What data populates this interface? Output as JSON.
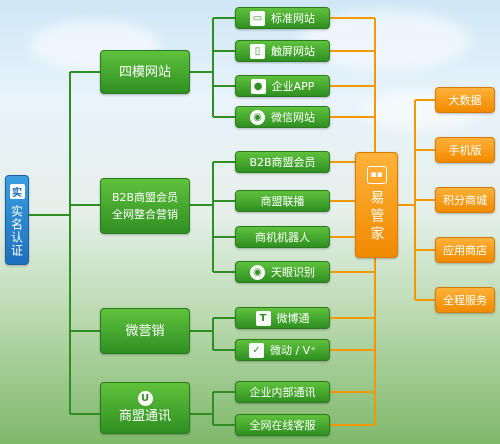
{
  "root": {
    "label": "实名认证",
    "icon_text": "实",
    "icon_name": "shield-icon"
  },
  "middle": [
    {
      "id": "four-mode",
      "lines": [
        "四模网站"
      ]
    },
    {
      "id": "b2b",
      "lines": [
        "B2B商盟会员",
        "全网整合营销"
      ]
    },
    {
      "id": "micro-marketing",
      "lines": [
        "微营销"
      ]
    },
    {
      "id": "alliance-comm",
      "lines": [
        "商盟通讯"
      ],
      "icon_text": "U",
      "icon_name": "u-logo-icon"
    }
  ],
  "leaves": [
    {
      "label": "标准网站",
      "icon": "monitor-icon",
      "glyph": "▭"
    },
    {
      "label": "触屏网站",
      "icon": "phone-icon",
      "glyph": "▯"
    },
    {
      "label": "企业APP",
      "icon": "apple-android-icon",
      "glyph": "●"
    },
    {
      "label": "微信网站",
      "icon": "wechat-icon",
      "glyph": "◉"
    },
    {
      "label": "B2B商盟会员",
      "icon": "",
      "glyph": ""
    },
    {
      "label": "商盟联播",
      "icon": "",
      "glyph": ""
    },
    {
      "label": "商机机器人",
      "icon": "",
      "glyph": ""
    },
    {
      "label": "天眼识别",
      "icon": "eye-icon",
      "glyph": "◉"
    },
    {
      "label": "微博通",
      "icon": "t-icon",
      "glyph": "T"
    },
    {
      "label": "微动 / V⁺",
      "icon": "check-v-icon",
      "glyph": "✓"
    },
    {
      "label": "企业内部通讯",
      "icon": "",
      "glyph": ""
    },
    {
      "label": "全网在线客服",
      "icon": "",
      "glyph": ""
    }
  ],
  "hub": {
    "label": "易管家",
    "icon_name": "robot-face-icon"
  },
  "services": [
    "大数据",
    "手机版",
    "积分商城",
    "应用商店",
    "全程服务"
  ],
  "colors": {
    "green": "#2f8f22",
    "orange": "#f08a00",
    "blue": "#1e6fbd",
    "line_green": "#2f8f22",
    "line_orange": "#f39800"
  }
}
